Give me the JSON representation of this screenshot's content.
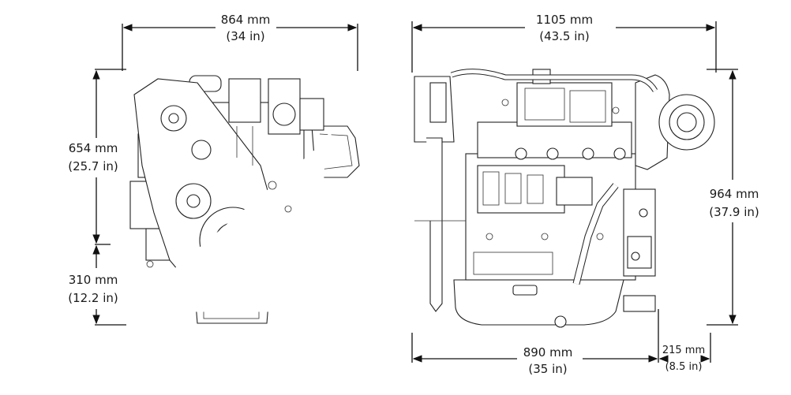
{
  "front_view": {
    "width": {
      "metric": "864 mm",
      "imperial": "(34 in)"
    },
    "height_upper": {
      "metric": "654 mm",
      "imperial": "(25.7 in)"
    },
    "height_lower": {
      "metric": "310 mm",
      "imperial": "(12.2 in)"
    }
  },
  "side_view": {
    "length": {
      "metric": "1105 mm",
      "imperial": "(43.5 in)"
    },
    "height": {
      "metric": "964 mm",
      "imperial": "(37.9 in)"
    },
    "base_length": {
      "metric": "890 mm",
      "imperial": "(35 in)"
    },
    "overhang": {
      "metric": "215 mm",
      "imperial": "(8.5 in)"
    }
  }
}
